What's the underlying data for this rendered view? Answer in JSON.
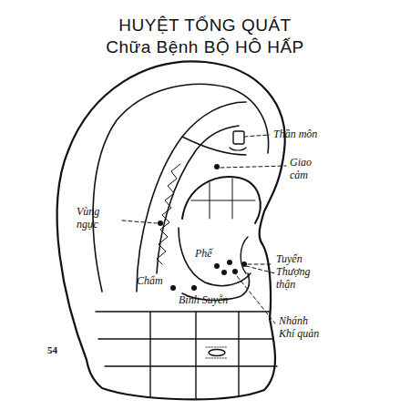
{
  "diagram": {
    "title": "HUYỆT TỔNG QUÁT Chữa Bệnh BỘ HÔ HẤP",
    "labels": [
      "Thần môn",
      "Giao cảm",
      "Vùng ngực",
      "Phế",
      "Tuyến Thượng thận",
      "Chẩm",
      "Bình Suyễn",
      "Nhánh Khí quản",
      "54"
    ]
  }
}
